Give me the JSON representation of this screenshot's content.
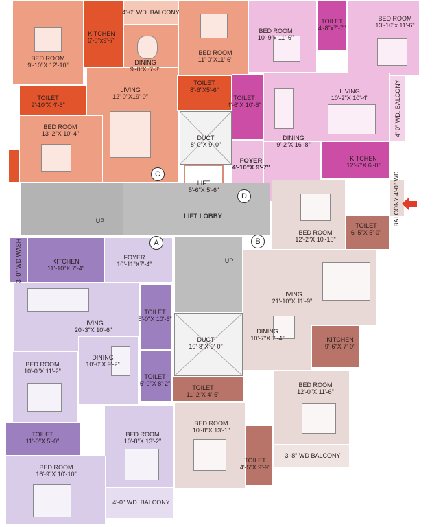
{
  "colors": {
    "c_orange": "#ee9e82",
    "c_orange_dark": "#e2542c",
    "c_pink": "#eebde0",
    "c_magenta": "#cc4da6",
    "c_lobby": "#bdbdbd",
    "c_lavender": "#d9cce8",
    "c_purple": "#9b7fbf",
    "c_taupe": "#e8d9d6",
    "c_brown": "#b87468",
    "c_red": "#e13b2a"
  },
  "rooms": {
    "c_balcony_top": {
      "name": "4'-0\" WD. BALCONY",
      "dim": ""
    },
    "c_kitchen": {
      "name": "KITCHEN",
      "dim": "6'-0\"x9'-7\""
    },
    "c_bed1": {
      "name": "BED ROOM",
      "dim": "9'-10\"X 12'-10\""
    },
    "c_dining": {
      "name": "DINING",
      "dim": "9'-0\"X 6'-3\""
    },
    "c_bed2": {
      "name": "BED ROOM",
      "dim": "11'-0\"X11'-6\""
    },
    "c_toilet1": {
      "name": "TOILET",
      "dim": "9'-10\"X 4'-6\""
    },
    "c_living": {
      "name": "LIVING",
      "dim": "12'-0\"X19'-0\""
    },
    "c_toilet2": {
      "name": "TOILET",
      "dim": "8'-6\"X5'-6\""
    },
    "c_bed3": {
      "name": "BED ROOM",
      "dim": "13'-2\"X 10'-4\""
    },
    "d_bed1": {
      "name": "BED ROOM",
      "dim": "10'-9\"x 11'-6\""
    },
    "d_toilet1": {
      "name": "TOILET",
      "dim": "4'-8\"x7'-7\""
    },
    "d_bed2": {
      "name": "BED ROOM",
      "dim": "13'-10\"x 11'-6\""
    },
    "d_toilet2": {
      "name": "TOILET",
      "dim": "4'-6\"X 10'-6\""
    },
    "d_living": {
      "name": "LIVING",
      "dim": "10'-2\"X 10'-4\""
    },
    "d_balcony": {
      "name": "4'-0\" WD. BALCONY",
      "dim": ""
    },
    "d_dining": {
      "name": "DINING",
      "dim": "9'-2\"X 16'-8\""
    },
    "d_foyer": {
      "name": "FOYER",
      "dim": "4'-10\"X 9'-7\""
    },
    "d_kitchen": {
      "name": "KITCHEN",
      "dim": "12'-7\"X 6'-0\""
    },
    "duct_top": {
      "name": "DUCT",
      "dim": "8'-0\"X 9'-0\""
    },
    "lift": {
      "name": "LIFT",
      "dim": "5'-6\"X 5'-6\""
    },
    "lift_lobby": {
      "name": "LIFT LOBBY",
      "dim": ""
    },
    "b_balcony_right": {
      "name": "BALCONY",
      "dim": "4'-0\" WD"
    },
    "b_bed1": {
      "name": "BED ROOM",
      "dim": "12'-2\"X 10'-10\""
    },
    "b_toilet1": {
      "name": "TOILET",
      "dim": "6'-5\"X 5'-0\""
    },
    "a_wash": {
      "name": "WASH",
      "dim": "3'-0\" WD"
    },
    "a_kitchen": {
      "name": "KITCHEN",
      "dim": "11'-10\"X 7'-4\""
    },
    "a_foyer": {
      "name": "FOYER",
      "dim": "10'-11\"X7'-4\""
    },
    "a_toilet1": {
      "name": "TOILET",
      "dim": "5'-0\"X 10'-6\""
    },
    "a_living": {
      "name": "LIVING",
      "dim": "20'-3\"X 10'-6\""
    },
    "a_dining": {
      "name": "DINING",
      "dim": "10'-0\"X 9'-2\""
    },
    "a_toilet2": {
      "name": "TOILET",
      "dim": "5'-0\"X 8'-2\""
    },
    "a_bed1": {
      "name": "BED ROOM",
      "dim": "10'-0\"X 11'-2\""
    },
    "a_toilet3": {
      "name": "TOILET",
      "dim": "11'-0\"X 5'-0\""
    },
    "a_bed2": {
      "name": "BED ROOM",
      "dim": "10'-8\"X 13'-2\""
    },
    "a_bed3": {
      "name": "BED ROOM",
      "dim": "16'-9\"X 10'-10\""
    },
    "a_balcony": {
      "name": "4'-0\" WD. BALCONY",
      "dim": ""
    },
    "duct_bottom": {
      "name": "DUCT",
      "dim": "10'-8\"X 9'-0\""
    },
    "b_living": {
      "name": "LIVING",
      "dim": "21'-10\"X 11'-9\""
    },
    "b_dining": {
      "name": "DINING",
      "dim": "10'-7\"X 7'-4\""
    },
    "b_kitchen": {
      "name": "KITCHEN",
      "dim": "9'-6\"X 7'-0\""
    },
    "b_toilet2": {
      "name": "TOILET",
      "dim": "11'-2\"X 4'-5\""
    },
    "b_bed2": {
      "name": "BED ROOM",
      "dim": "12'-0\"X 11'-6\""
    },
    "b_bed3": {
      "name": "BED ROOM",
      "dim": "10'-8\"X 13'-1\""
    },
    "b_toilet3": {
      "name": "TOILET",
      "dim": "4'-5\"X 9'-9\""
    },
    "b_balcony": {
      "name": "3'-8\" WD BALCONY",
      "dim": ""
    }
  },
  "stairs": {
    "up_left": "UP",
    "up_center": "UP"
  },
  "markers": {
    "a": "A",
    "b": "B",
    "c": "C",
    "d": "D"
  }
}
